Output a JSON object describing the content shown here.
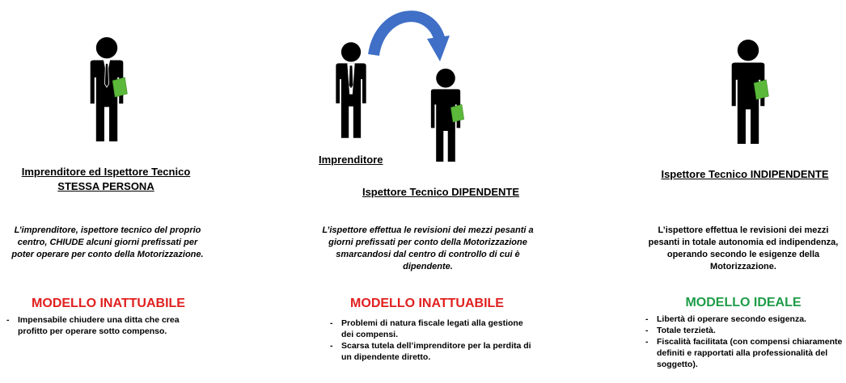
{
  "colors": {
    "red_verdict": "#e0201f",
    "green_verdict": "#1e9c48",
    "figure": "#000000",
    "clipboard": "#5cb83a",
    "arrow": "#3f6fc6"
  },
  "model1": {
    "caption_line1": "Imprenditore ed Ispettore Tecnico",
    "caption_line2": "STESSA PERSONA",
    "description": "L’imprenditore, ispettore tecnico del proprio centro, CHIUDE alcuni giorni prefissati per poter operare per conto della Motorizzazione.",
    "verdict": "MODELLO INATTUABILE",
    "notes": [
      "Impensabile chiudere una ditta che crea profitto per operare sotto compenso."
    ]
  },
  "model2": {
    "label_entrepreneur": "Imprenditore",
    "label_inspector": "Ispettore Tecnico DIPENDENTE",
    "description": "L’ispettore effettua le revisioni dei mezzi pesanti a giorni prefissati per conto della Motorizzazione smarcandosi dal centro di controllo di cui è dipendente.",
    "verdict": "MODELLO INATTUABILE",
    "notes": [
      "Problemi di natura fiscale legati alla gestione dei compensi.",
      "Scarsa tutela dell’imprenditore per la perdita di un dipendente diretto."
    ]
  },
  "model3": {
    "caption": "Ispettore Tecnico INDIPENDENTE",
    "description": "L’ispettore effettua le revisioni dei mezzi pesanti in totale autonomia ed indipendenza, operando secondo le esigenze della Motorizzazione.",
    "verdict": "MODELLO IDEALE",
    "notes": [
      "Libertà di operare secondo esigenza.",
      "Totale terzietà.",
      "Fiscalità facilitata (con compensi chiaramente definiti e rapportati alla professionalità del soggetto)."
    ]
  }
}
